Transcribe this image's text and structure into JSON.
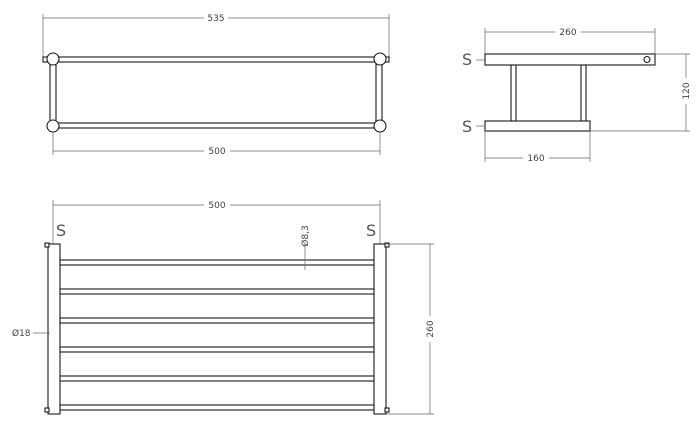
{
  "front": {
    "overall_width": "535",
    "bar_spacing": "500"
  },
  "side": {
    "depth_top": "260",
    "depth_bottom": "160",
    "height": "120",
    "screw_marks": [
      "S",
      "S"
    ]
  },
  "plan": {
    "bar_spacing": "500",
    "depth": "260",
    "bar_diameter": "Ø8,3",
    "post_diameter": "Ø18",
    "screw_marks": [
      "S",
      "S"
    ]
  }
}
